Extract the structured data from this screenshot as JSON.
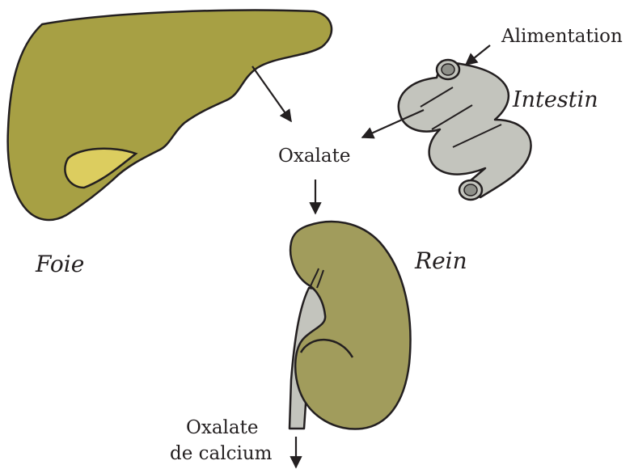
{
  "labels": {
    "liver": "Foie",
    "intestine": "Intestin",
    "kidney": "Rein",
    "food": "Alimentation",
    "oxalate": "Oxalate",
    "calcium_oxalate_line1": "Oxalate",
    "calcium_oxalate_line2": "de calcium"
  },
  "colors": {
    "liver": "#a7a044",
    "gallbladder": "#dccd5f",
    "intestine": "#c3c4bd",
    "kidney": "#a19c5c",
    "ureter": "#c3c4bd",
    "outline": "#231f20"
  }
}
